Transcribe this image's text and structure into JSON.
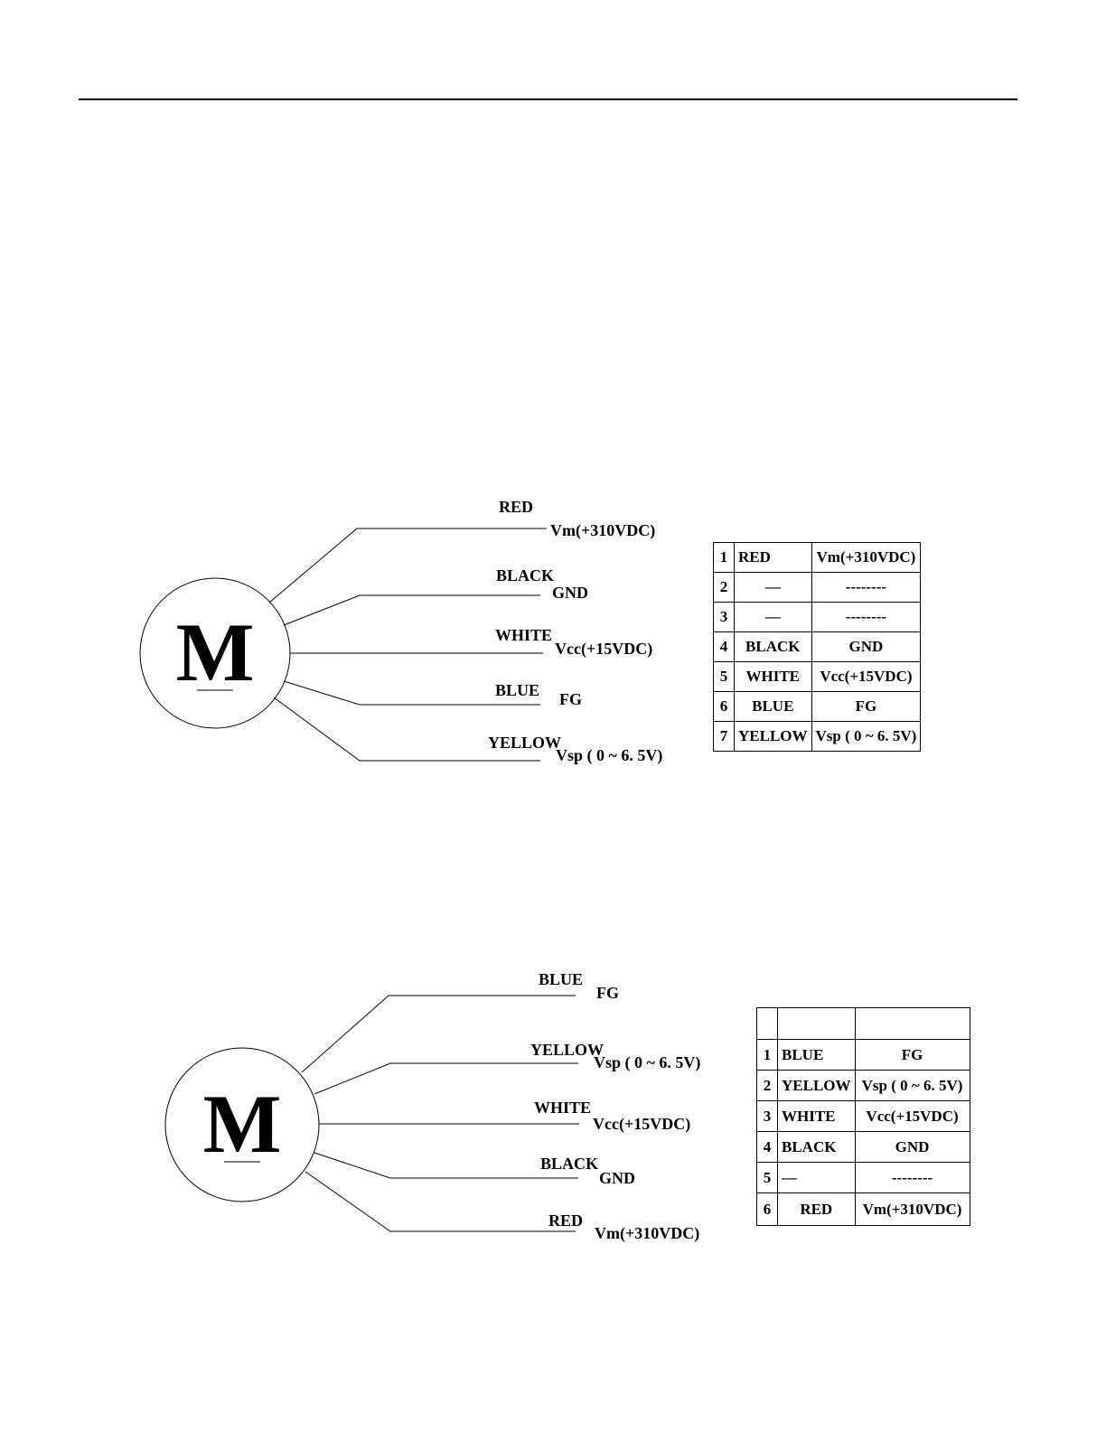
{
  "motor_symbol": "M",
  "diagram1": {
    "wires": [
      {
        "color": "RED",
        "signal": "Vm(+310VDC)"
      },
      {
        "color": "BLACK",
        "signal": "GND"
      },
      {
        "color": "WHITE",
        "signal": "Vcc(+15VDC)"
      },
      {
        "color": "BLUE",
        "signal": "FG"
      },
      {
        "color": "YELLOW",
        "signal": "Vsp ( 0 ~ 6. 5V)"
      }
    ],
    "table": [
      {
        "pin": "1",
        "color": "RED",
        "signal": "Vm(+310VDC)"
      },
      {
        "pin": "2",
        "color": "—",
        "signal": "--------"
      },
      {
        "pin": "3",
        "color": "—",
        "signal": "--------"
      },
      {
        "pin": "4",
        "color": "BLACK",
        "signal": "GND"
      },
      {
        "pin": "5",
        "color": "WHITE",
        "signal": "Vcc(+15VDC)"
      },
      {
        "pin": "6",
        "color": "BLUE",
        "signal": "FG"
      },
      {
        "pin": "7",
        "color": "YELLOW",
        "signal": "Vsp ( 0 ~ 6. 5V)"
      }
    ]
  },
  "diagram2": {
    "wires": [
      {
        "color": "BLUE",
        "signal": "FG"
      },
      {
        "color": "YELLOW",
        "signal": "Vsp ( 0 ~ 6. 5V)"
      },
      {
        "color": "WHITE",
        "signal": "Vcc(+15VDC)"
      },
      {
        "color": "BLACK",
        "signal": "GND"
      },
      {
        "color": "RED",
        "signal": "Vm(+310VDC)"
      }
    ],
    "table": [
      {
        "pin": "",
        "color": "",
        "signal": ""
      },
      {
        "pin": "1",
        "color": "BLUE",
        "signal": "FG"
      },
      {
        "pin": "2",
        "color": "YELLOW",
        "signal": "Vsp ( 0 ~ 6. 5V)"
      },
      {
        "pin": "3",
        "color": "WHITE",
        "signal": "Vcc(+15VDC)"
      },
      {
        "pin": "4",
        "color": "BLACK",
        "signal": "GND"
      },
      {
        "pin": "5",
        "color": "—",
        "signal": "--------"
      },
      {
        "pin": "6",
        "color": "RED",
        "signal": "Vm(+310VDC)"
      }
    ]
  }
}
